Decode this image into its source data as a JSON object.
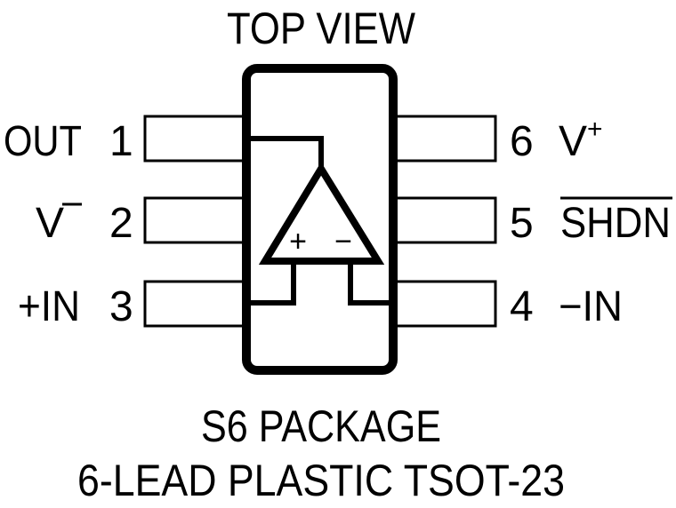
{
  "diagram": {
    "title": "TOP VIEW",
    "package_name": "S6 PACKAGE",
    "package_desc": "6-LEAD PLASTIC TSOT-23",
    "colors": {
      "stroke": "#000000",
      "background": "#ffffff"
    },
    "component": "op-amp",
    "opamp_inputs": {
      "noninverting": "+",
      "inverting": "−"
    },
    "pins": [
      {
        "number": "1",
        "name": "OUT",
        "side": "left"
      },
      {
        "number": "2",
        "name": "V",
        "superscript": "−",
        "side": "left"
      },
      {
        "number": "3",
        "name": "+IN",
        "side": "left"
      },
      {
        "number": "4",
        "name": "−IN",
        "side": "right"
      },
      {
        "number": "5",
        "name": "SHDN",
        "overbar": true,
        "side": "right"
      },
      {
        "number": "6",
        "name": "V",
        "superscript": "+",
        "side": "right"
      }
    ]
  }
}
